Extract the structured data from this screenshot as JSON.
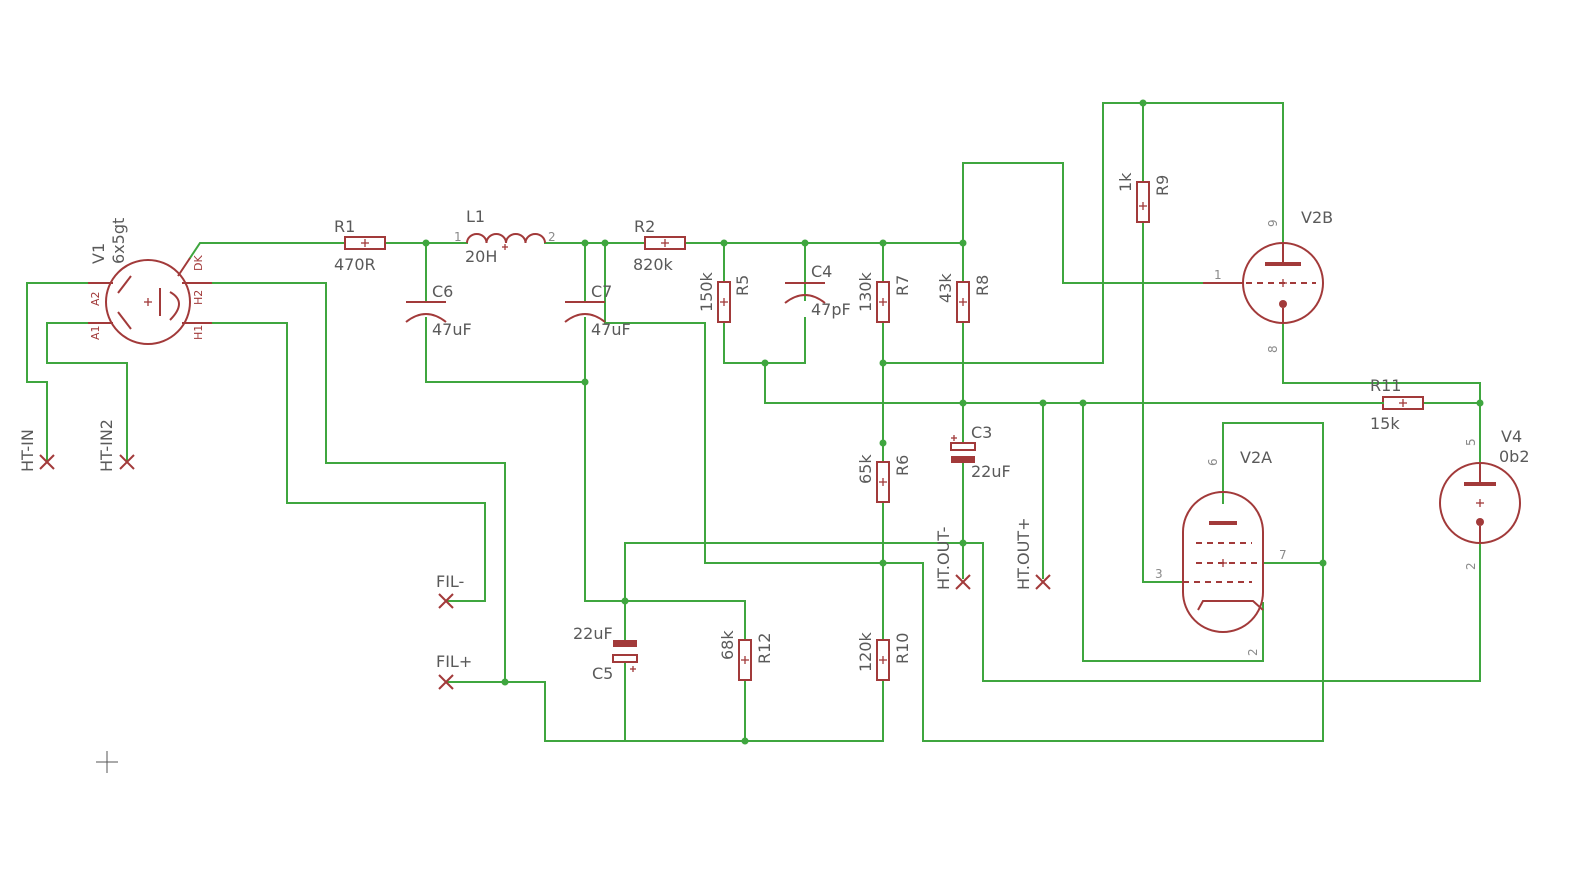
{
  "schematic": {
    "tubes": {
      "V1": {
        "name": "V1",
        "value": "6x5gt",
        "pins": [
          "A2",
          "A1",
          "DK",
          "H2",
          "H1"
        ]
      },
      "V2B": {
        "name": "V2B",
        "pins": [
          "9",
          "1",
          "8"
        ]
      },
      "V2A": {
        "name": "V2A",
        "pins": [
          "6",
          "7",
          "3",
          "2"
        ]
      },
      "V4": {
        "name": "V4",
        "value": "0b2",
        "pins": [
          "5",
          "2"
        ]
      }
    },
    "resistors": [
      {
        "name": "R1",
        "value": "470R"
      },
      {
        "name": "R2",
        "value": "820k"
      },
      {
        "name": "R5",
        "value": "150k"
      },
      {
        "name": "R7",
        "value": "130k"
      },
      {
        "name": "R8",
        "value": "43k"
      },
      {
        "name": "R9",
        "value": "1k"
      },
      {
        "name": "R6",
        "value": "65k"
      },
      {
        "name": "R10",
        "value": "120k"
      },
      {
        "name": "R12",
        "value": "68k"
      },
      {
        "name": "R11",
        "value": "15k"
      }
    ],
    "capacitors": [
      {
        "name": "C6",
        "value": "47uF"
      },
      {
        "name": "C7",
        "value": "47uF"
      },
      {
        "name": "C4",
        "value": "47pF"
      },
      {
        "name": "C3",
        "value": "22uF"
      },
      {
        "name": "C5",
        "value": "22uF"
      }
    ],
    "inductor": {
      "name": "L1",
      "value": "20H",
      "pin1": "1",
      "pin2": "2"
    },
    "terminals": [
      "HT-IN",
      "HT-IN2",
      "FIL-",
      "FIL+",
      "HT.OUT-",
      "HT.OUT+"
    ]
  },
  "colors": {
    "wire": "#3fa63f",
    "part": "#a23a3a",
    "label": "#5a5a5a",
    "pin_number": "#8a8a8a",
    "background": "#ffffff"
  }
}
